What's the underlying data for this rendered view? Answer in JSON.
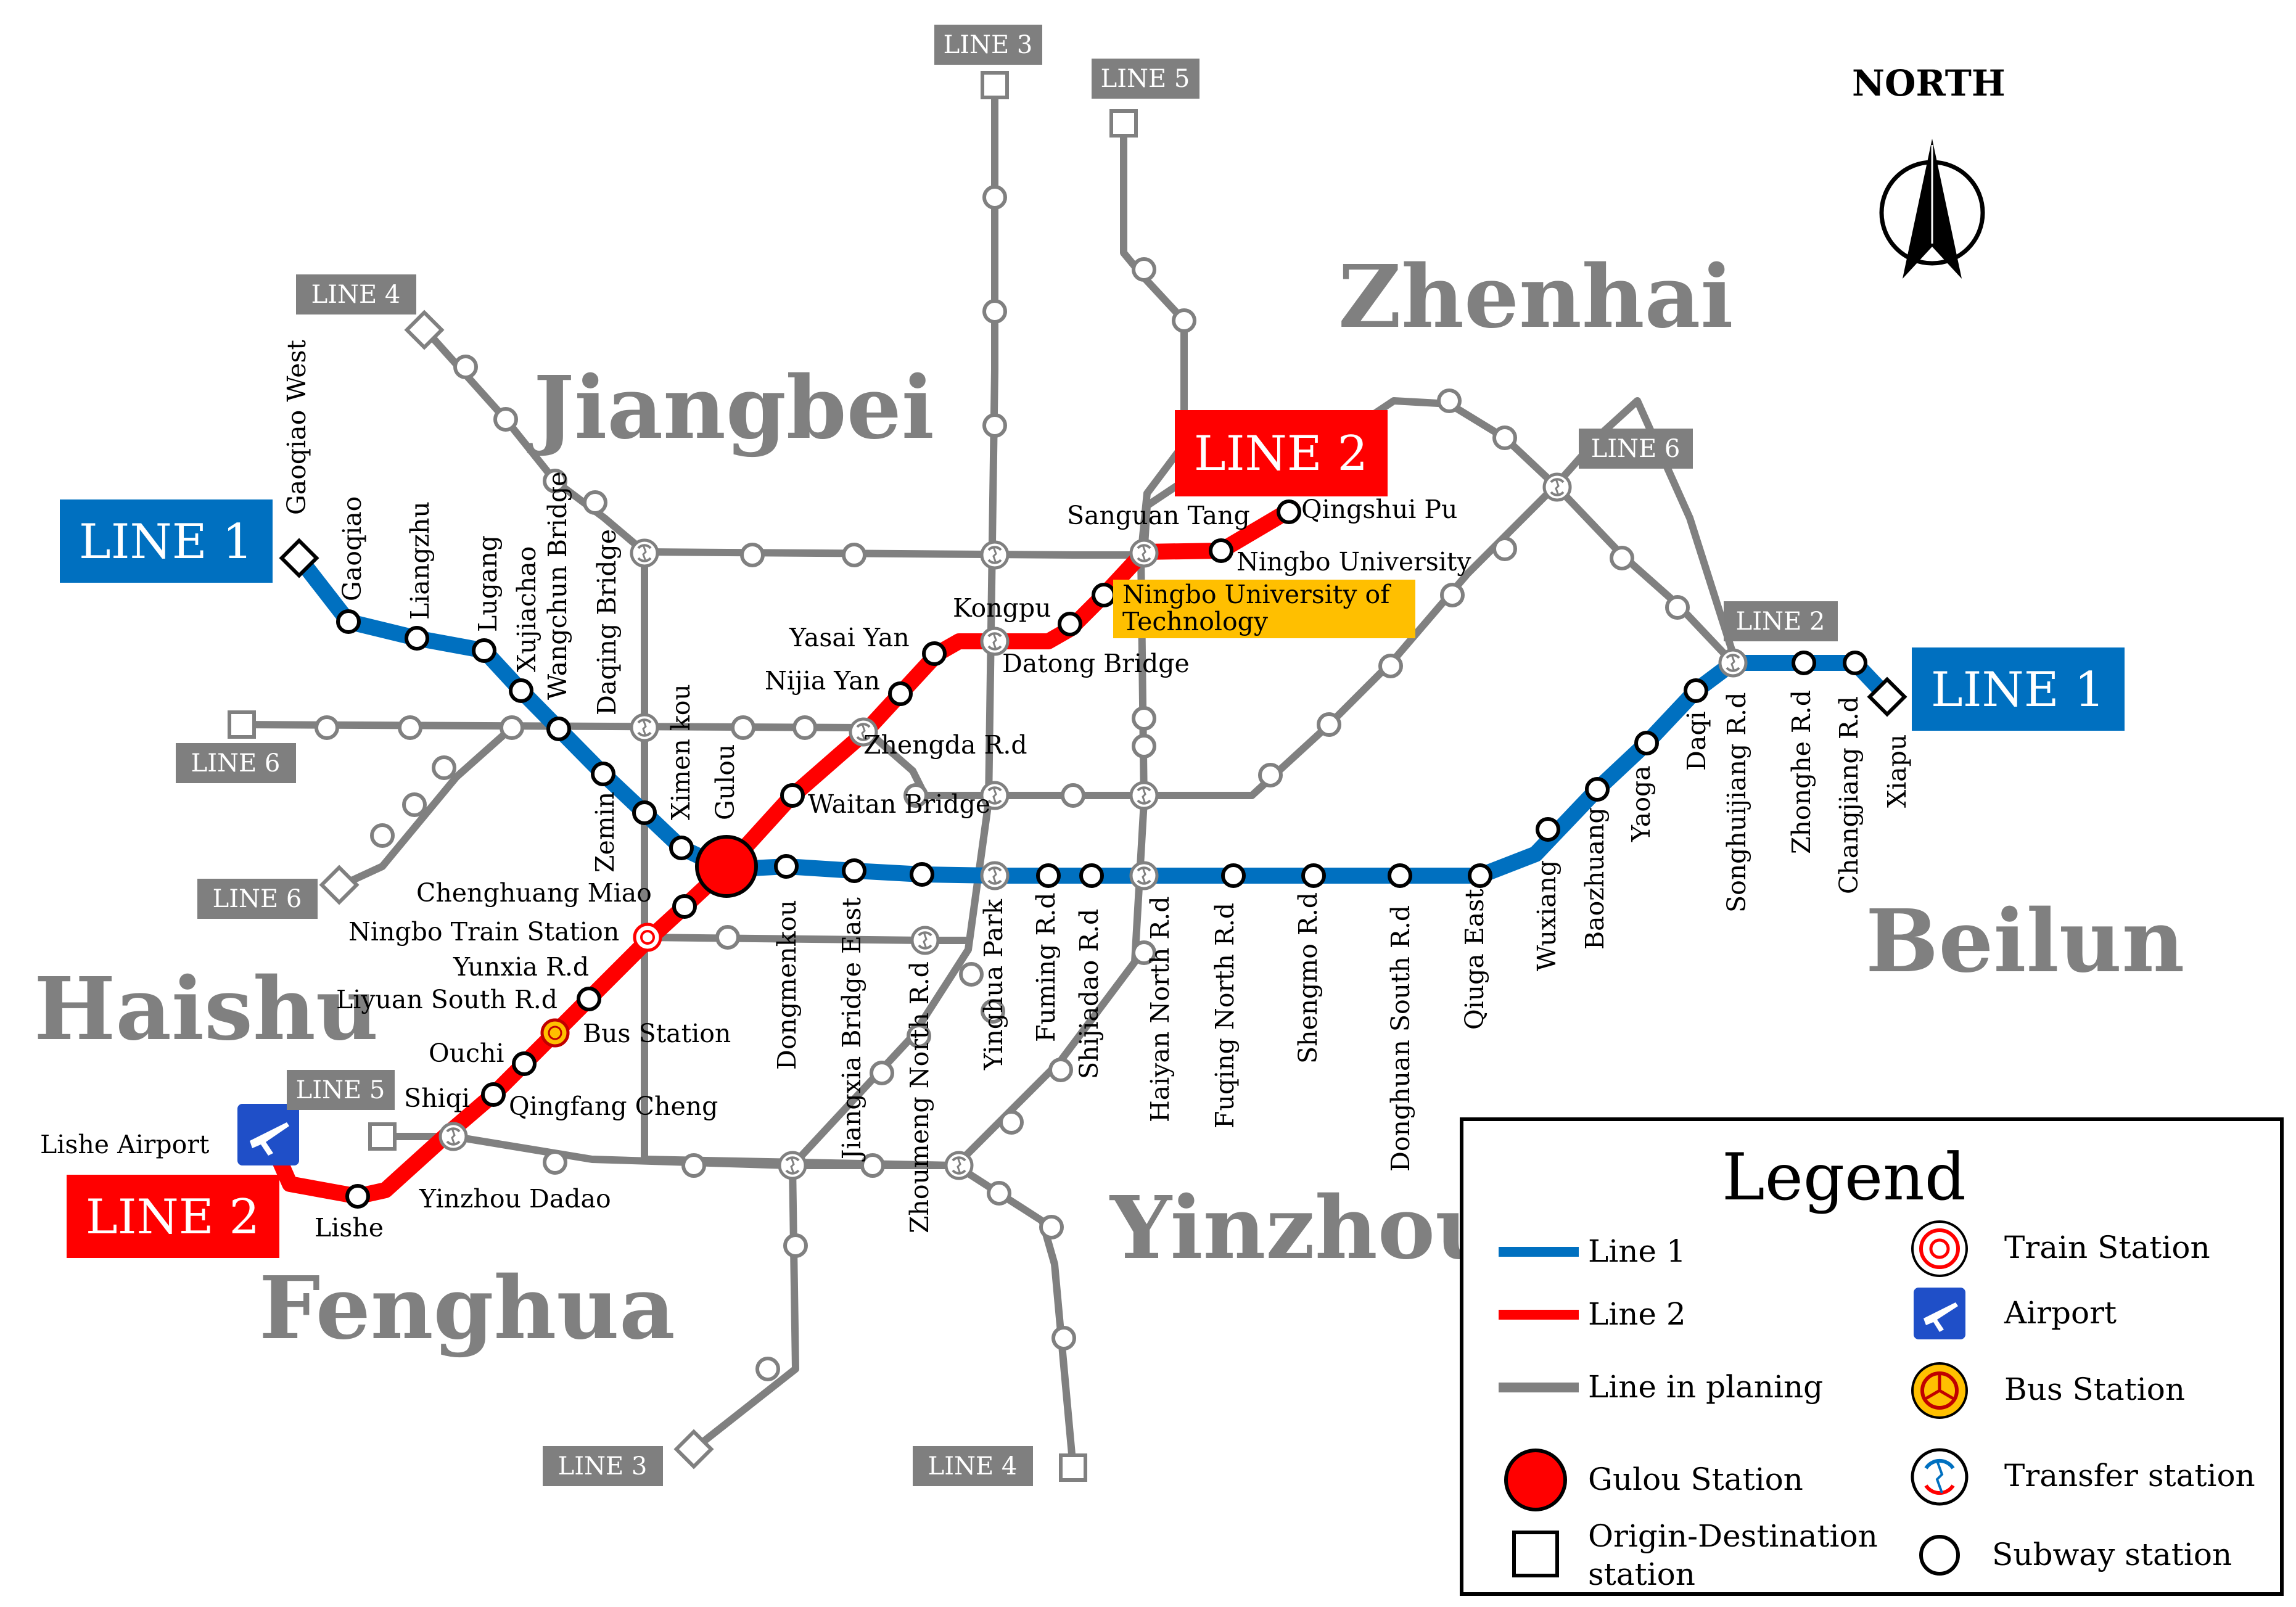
{
  "compass": {
    "label": "NORTH"
  },
  "districts": {
    "zhenhai": "Zhenhai",
    "jiangbei": "Jiangbei",
    "haishu": "Haishu",
    "beilun": "Beilun",
    "yinzhou": "Yinzhou",
    "fenghua": "Fenghua"
  },
  "line_tags": {
    "line1_west": "LINE 1",
    "line1_east": "LINE 1",
    "line2_north": "LINE 2",
    "line2_south": "LINE 2",
    "line3_north": "LINE 3",
    "line3_south": "LINE 3",
    "line4_north": "LINE 4",
    "line4_south": "LINE 4",
    "line5_north": "LINE 5",
    "line5_south": "LINE 5",
    "line6_west": "LINE 6",
    "line6_southwest": "LINE 6",
    "line6_east": "LINE 6",
    "line2_small_east": "LINE 2"
  },
  "stations": {
    "gaoqiao_west": "Gaoqiao West",
    "gaoqiao": "Gaoqiao",
    "liangzhu": "Liangzhu",
    "lugang": "Lugang",
    "xujiachao": "Xujiachao",
    "wangchun_bridge": "Wangchun Bridge",
    "daqing_bridge": "Daqing Bridge",
    "zemin": "Zemin",
    "ximen_kou": "Ximen kou",
    "gulou": "Gulou",
    "dongmenkou": "Dongmenkou",
    "jiangxia_bridge_east": "Jiangxia Bridge East",
    "zhoumeng_north_rd": "Zhoumeng North R.d",
    "yinghua_park": "Yinghua Park",
    "fuming_rd": "Fuming R.d",
    "shijiadao_rd": "Shijiadao R.d",
    "haiyan_north_rd": "Haiyan North R.d",
    "fuqing_north_rd": "Fuqing North R.d",
    "shengmo_rd": "Shengmo R.d",
    "donghuan_south_rd": "Donghuan South R.d",
    "qiuga_east": "Qiuga East",
    "wuxiang": "Wuxiang",
    "baozhuang": "Baozhuang",
    "yaoga": "Yaoga",
    "daqi": "Daqi",
    "songhuijiang_rd": "Songhuijiang R.d",
    "zhonghe_rd": "Zhonghe R.d",
    "changjiang_rd": "Changjiang R.d",
    "xiapu": "Xiapu",
    "sanguan_tang": "Sanguan Tang",
    "qingshui_pu": "Qingshui Pu",
    "ningbo_university": "Ningbo University",
    "kongpu": "Kongpu",
    "yasai_yan": "Yasai Yan",
    "nijia_yan": "Nijia Yan",
    "datong_bridge": "Datong Bridge",
    "zhengda_rd": "Zhengda R.d",
    "waitan_bridge": "Waitan Bridge",
    "chenghuang_miao": "Chenghuang Miao",
    "ningbo_train_station": "Ningbo Train Station",
    "yunxia_rd": "Yunxia R.d",
    "liyuan_south_rd": "Liyuan South R.d",
    "bus_station": "Bus Station",
    "ouchi": "Ouchi",
    "shiqi": "Shiqi",
    "qingfang_cheng": "Qingfang Cheng",
    "lishe_airport": "Lishe Airport",
    "yinzhou_dadao": "Yinzhou Dadao",
    "lishe": "Lishe"
  },
  "highlight": {
    "line_1": "Ningbo University of",
    "line_2": "Technology",
    "color": "#ffbf00"
  },
  "legend": {
    "title": "Legend",
    "items": {
      "line1": "Line 1",
      "line2": "Line 2",
      "planned": "Line in planing",
      "gulou": "Gulou Station",
      "od_1": "Origin-Destination",
      "od_2": "station",
      "train": "Train Station",
      "airport": "Airport",
      "bus": "Bus Station",
      "transfer": "Transfer station",
      "subway": "Subway station"
    }
  },
  "colors": {
    "line1": "#0070c0",
    "line2": "#ff0000",
    "planned": "#808080",
    "tag_grey": "#7f7f7f",
    "airport": "#1f4fc8"
  }
}
